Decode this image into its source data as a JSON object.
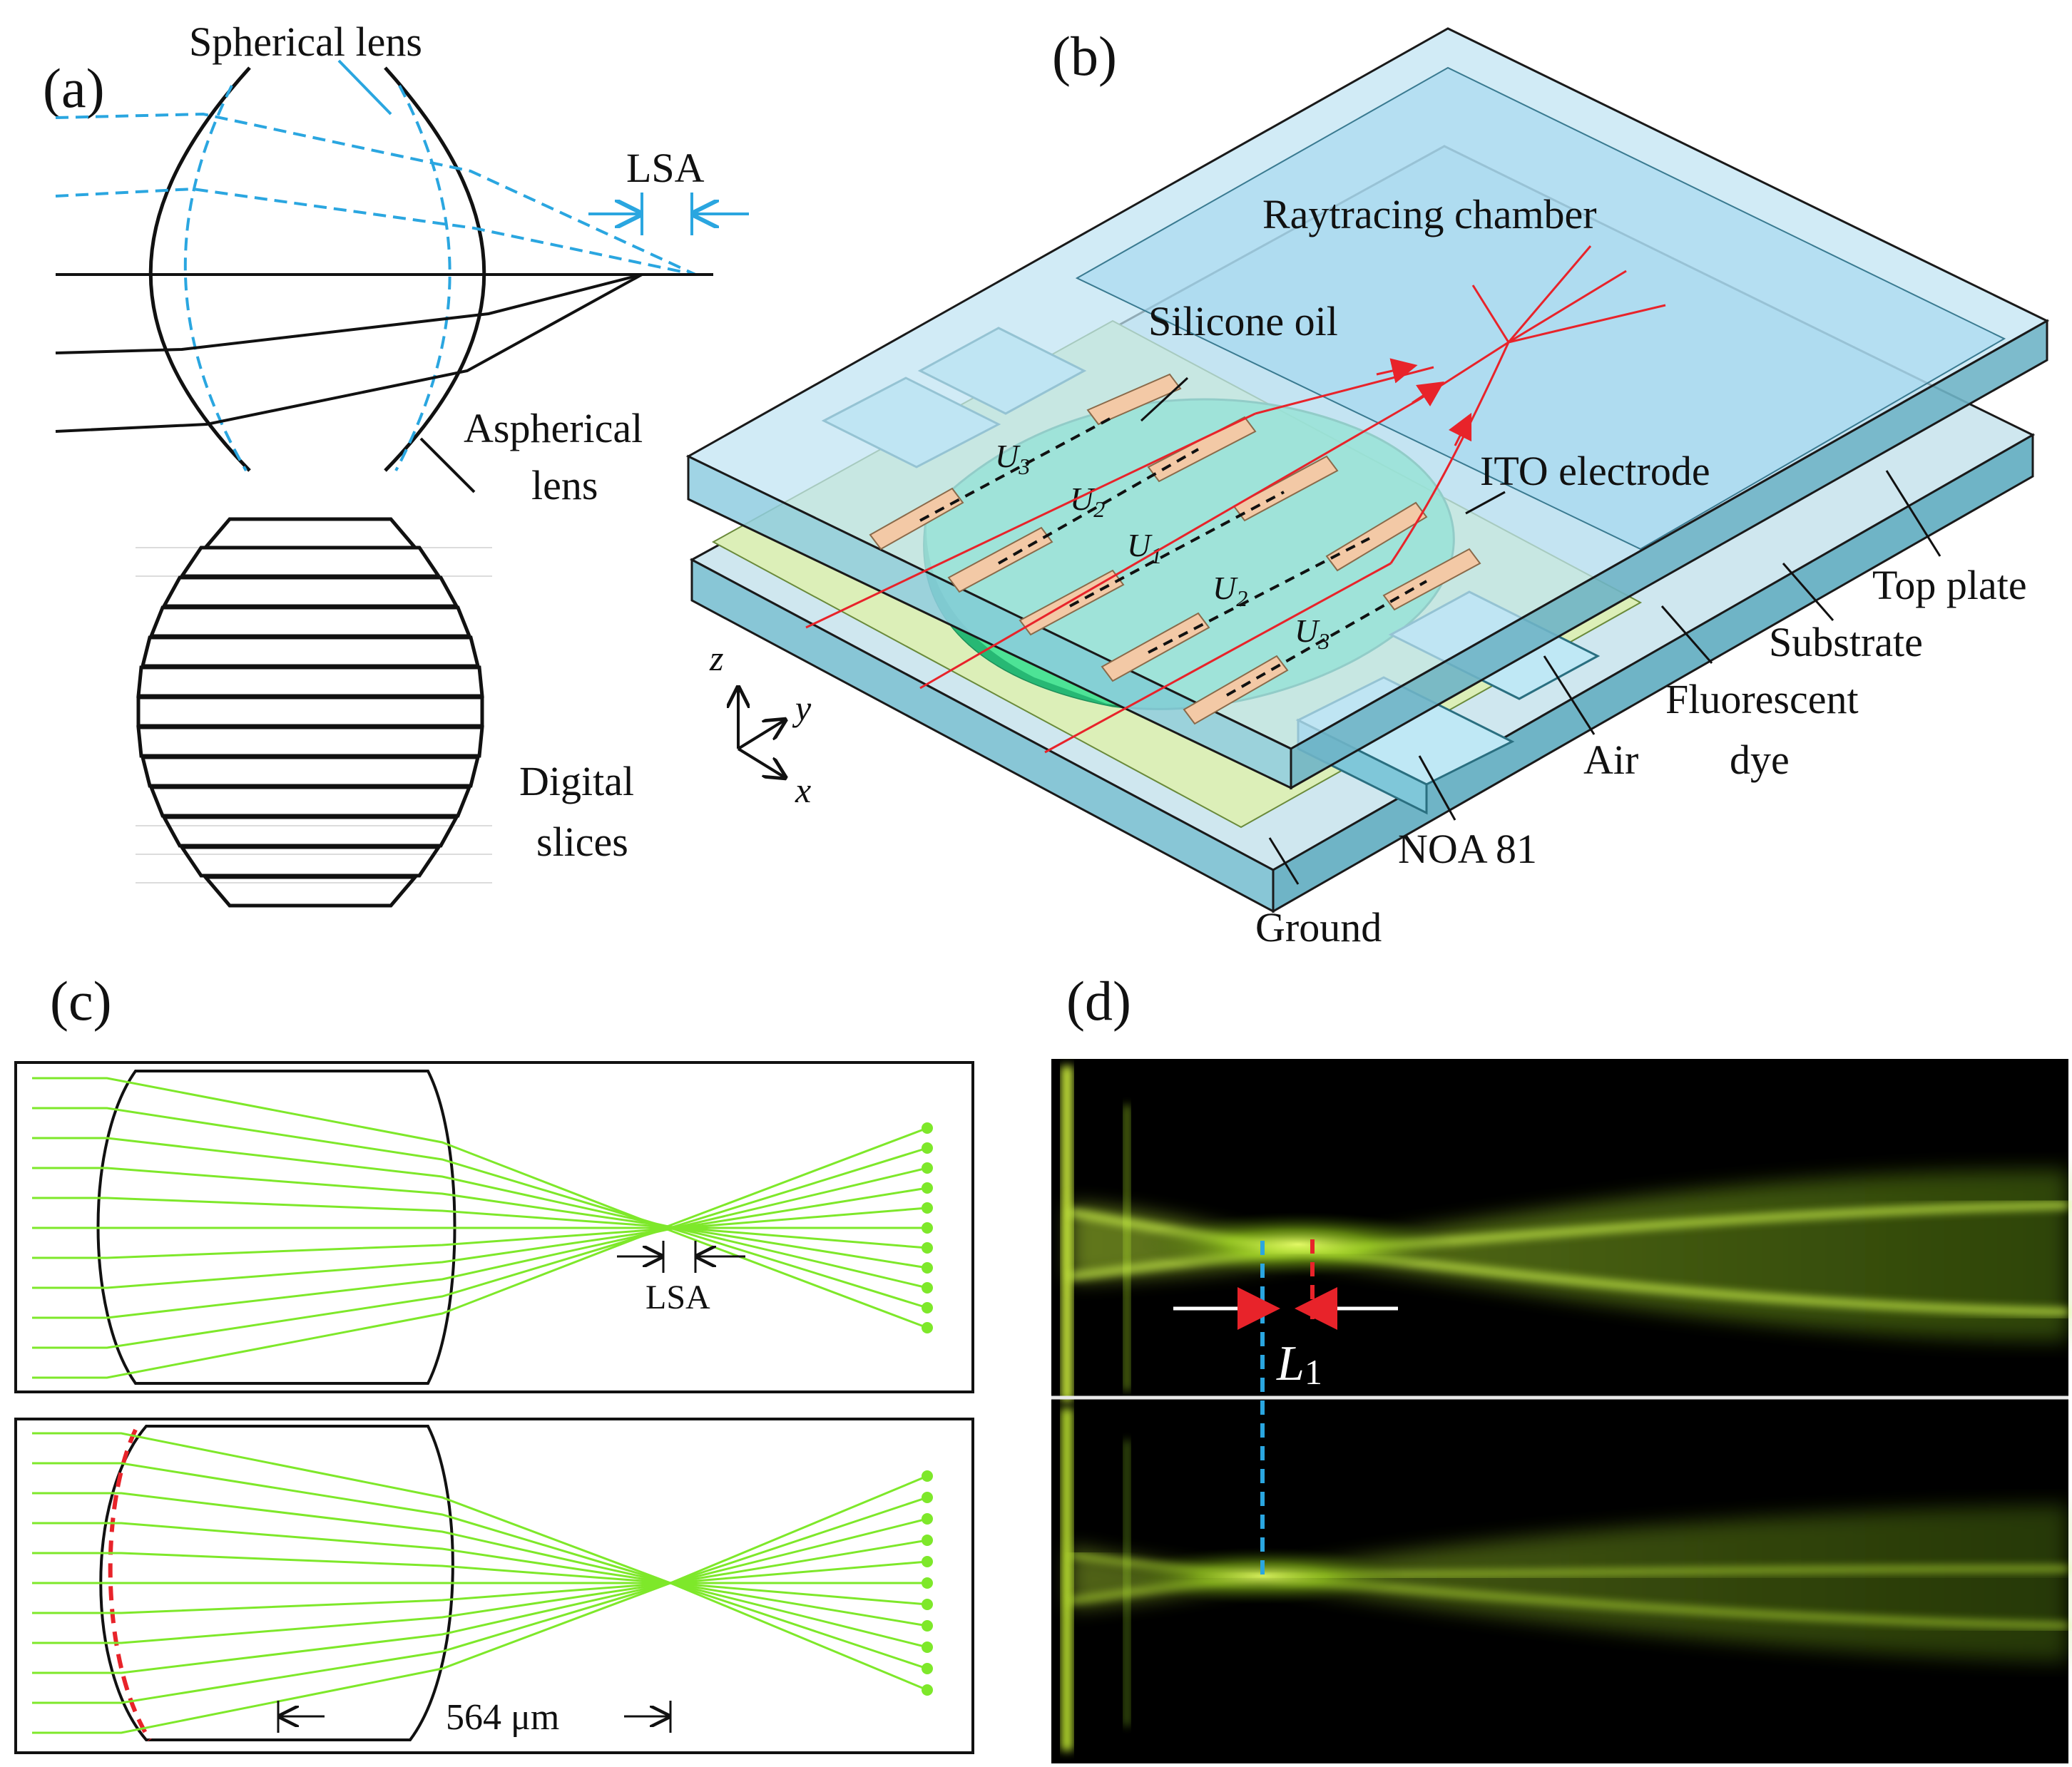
{
  "panels": {
    "a": {
      "tag": "(a)",
      "spherical_label": "Spherical lens",
      "lsa_label": "LSA",
      "aspherical_line1": "Aspherical",
      "aspherical_line2": "lens",
      "slices_line1": "Digital",
      "slices_line2": "slices"
    },
    "b": {
      "tag": "(b)",
      "chamber": "Raytracing chamber",
      "silicone": "Silicone oil",
      "ito": "ITO electrode",
      "top_plate": "Top plate",
      "substrate": "Substrate",
      "fluor_line1": "Fluorescent",
      "fluor_line2": "dye",
      "air": "Air",
      "noa": "NOA 81",
      "ground": "Ground",
      "u_base": "U",
      "u3": "3",
      "u2": "2",
      "u1": "1",
      "axis_z": "z",
      "axis_y": "y",
      "axis_x": "x"
    },
    "c": {
      "tag": "(c)",
      "lsa_label": "LSA",
      "distance_label": "564 μm"
    },
    "d": {
      "tag": "(d)",
      "l_base": "L",
      "l_sub": "1"
    }
  },
  "colors": {
    "spherical_ray": "#2aa6e0",
    "trace_ray": "#7ee82a",
    "ito_electrode": "#f3c9a6",
    "fluorescent_dye": "#34e08f",
    "glass": "#a8d8ea",
    "red_marker": "#e8232a",
    "blue_marker": "#2aa6e0"
  }
}
